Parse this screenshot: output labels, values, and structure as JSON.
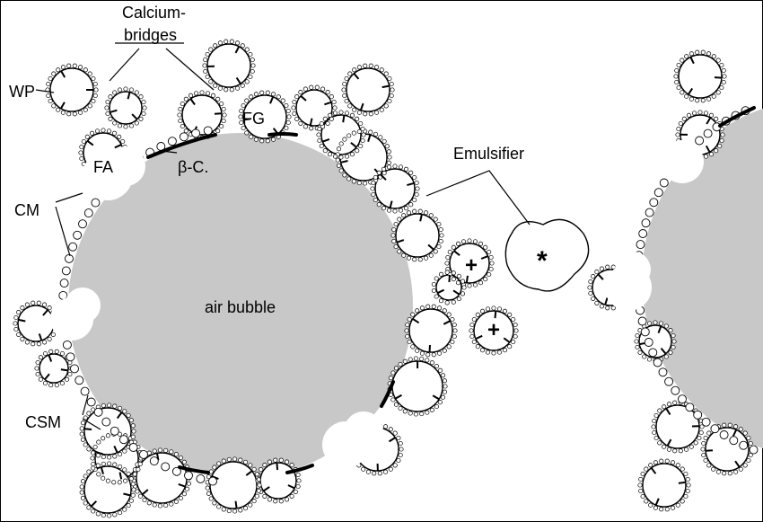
{
  "labels": {
    "calcium_line1": "Calcium-",
    "calcium_line2": "bridges",
    "wp": "WP",
    "fg": "FG",
    "fa": "FA",
    "beta_c": "β-C.",
    "cm": "CM",
    "emulsifier": "Emulsifier",
    "air_bubble": "air bubble",
    "csm": "CSM",
    "plus_1": "+",
    "plus_2": "+",
    "star": "*"
  },
  "colors": {
    "bubble_fill": "#c8c8c8",
    "line": "#000000",
    "background": "#ffffff"
  }
}
